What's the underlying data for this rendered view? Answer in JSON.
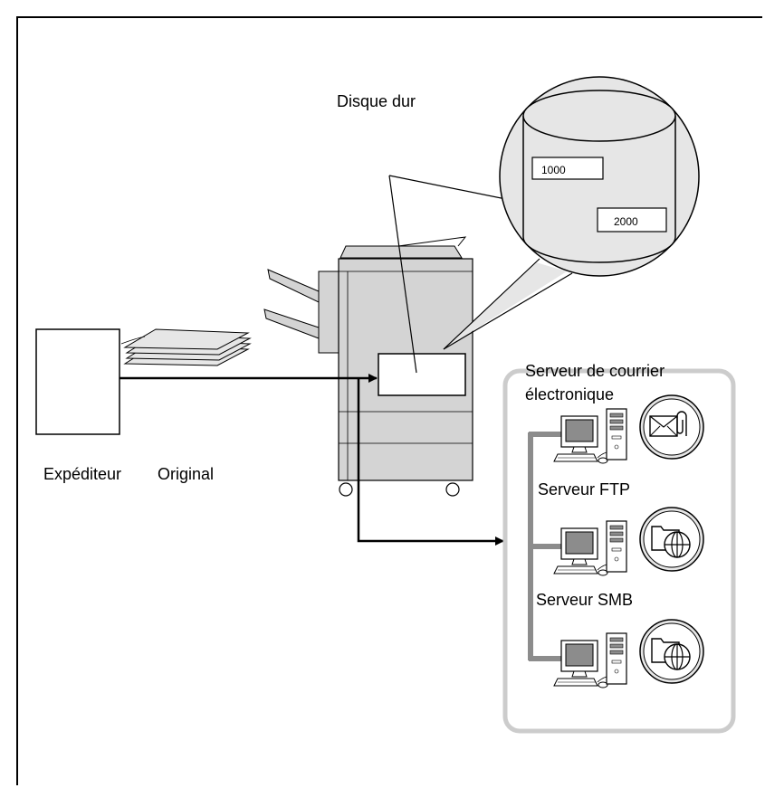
{
  "labels": {
    "hard_disk": "Disque dur",
    "sender": "Expéditeur",
    "original": "Original",
    "mail_server_line1": "Serveur de courrier",
    "mail_server_line2": "électronique",
    "ftp_server": "Serveur FTP",
    "smb_server": "Serveur SMB"
  },
  "disk": {
    "box1": "1000",
    "box2": "2000"
  },
  "icons": {
    "mail": "envelope-attachment-icon",
    "ftp": "folder-globe-icon",
    "smb": "folder-globe-icon"
  },
  "colors": {
    "line": "#000000",
    "gray_fill": "#d4d4d4",
    "light_gray": "#e6e6e6",
    "panel_border": "#cccccc",
    "monitor": "#8c8c8c"
  }
}
